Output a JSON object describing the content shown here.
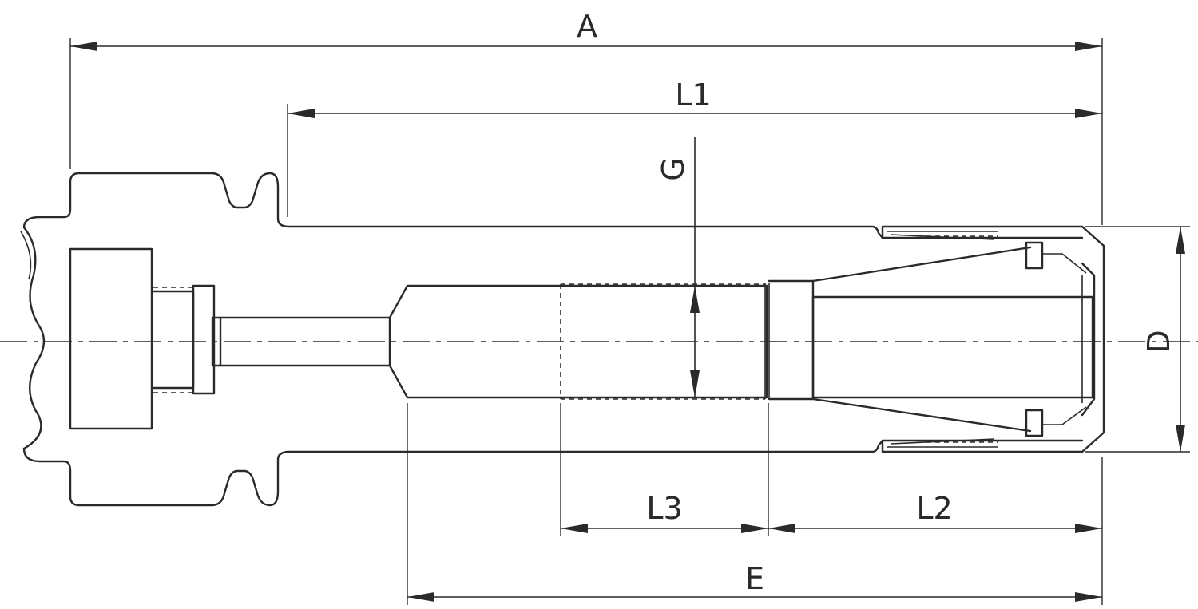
{
  "dimensions": {
    "A": "A",
    "L1": "L1",
    "G": "G",
    "D": "D",
    "L3": "L3",
    "L2": "L2",
    "E": "E"
  },
  "colors": {
    "line": "#2a2a2a",
    "background": "#ffffff"
  }
}
